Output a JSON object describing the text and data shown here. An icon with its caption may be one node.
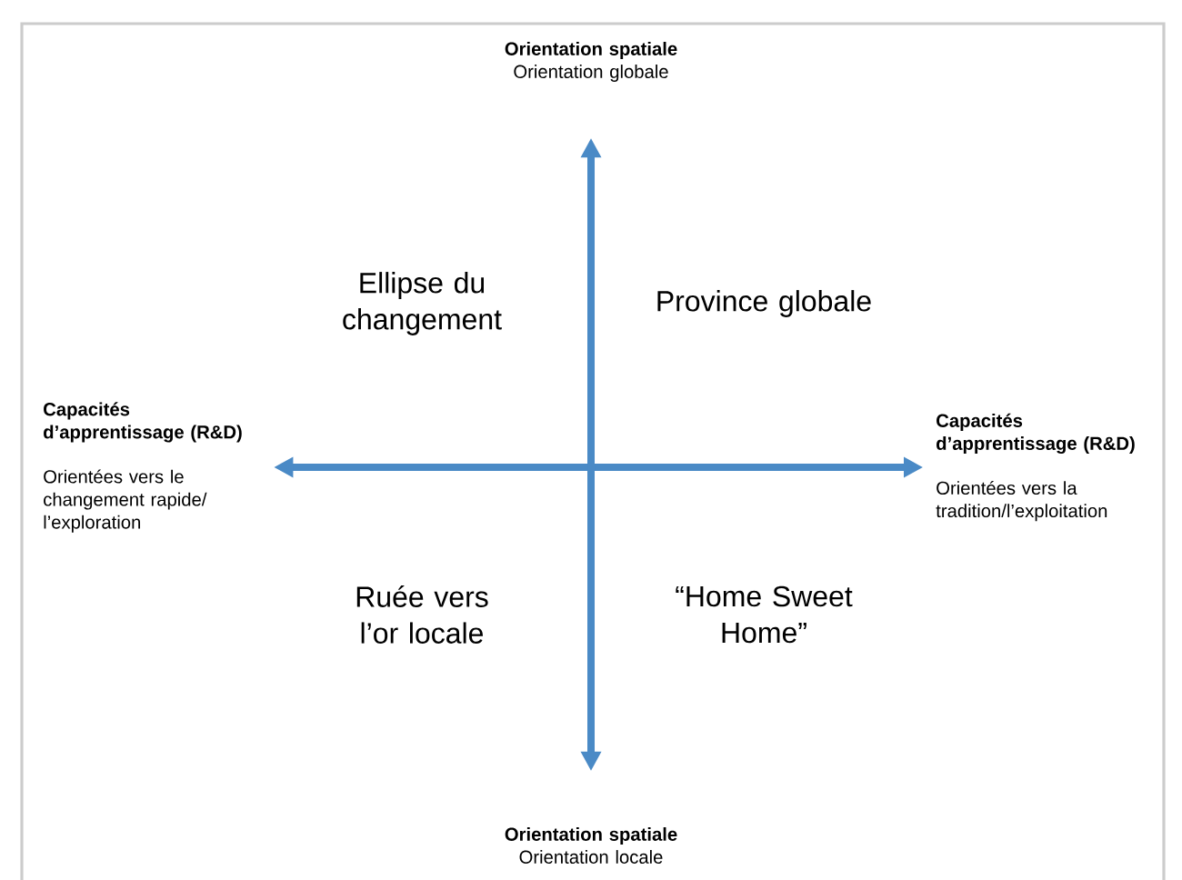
{
  "diagram": {
    "nodes": [
      {
        "text": [
          "Orientation spatiale",
          "Orientation globale"
        ]
      },
      {
        "text": [
          "Capacités d’apprentissage (R&D)",
          "Orientées vers le changement rapide/ l’exploration"
        ]
      },
      {
        "text": [
          "Capacités d’apprentissage (R&D)",
          "Orientées vers la tradition/l’exploitation"
        ]
      },
      {
        "text": [
          "Orientation spatiale",
          "Orientation locale"
        ]
      }
    ],
    "edges": [
      {
        "from": 1,
        "to": 2,
        "arrow": "both"
      },
      {
        "from": 0,
        "to": 3,
        "arrow": "both"
      }
    ],
    "labels": [
      "Ellipse du changement",
      "Province globale",
      "Ruée vers l’or locale",
      "“Home Sweet Home”"
    ]
  }
}
